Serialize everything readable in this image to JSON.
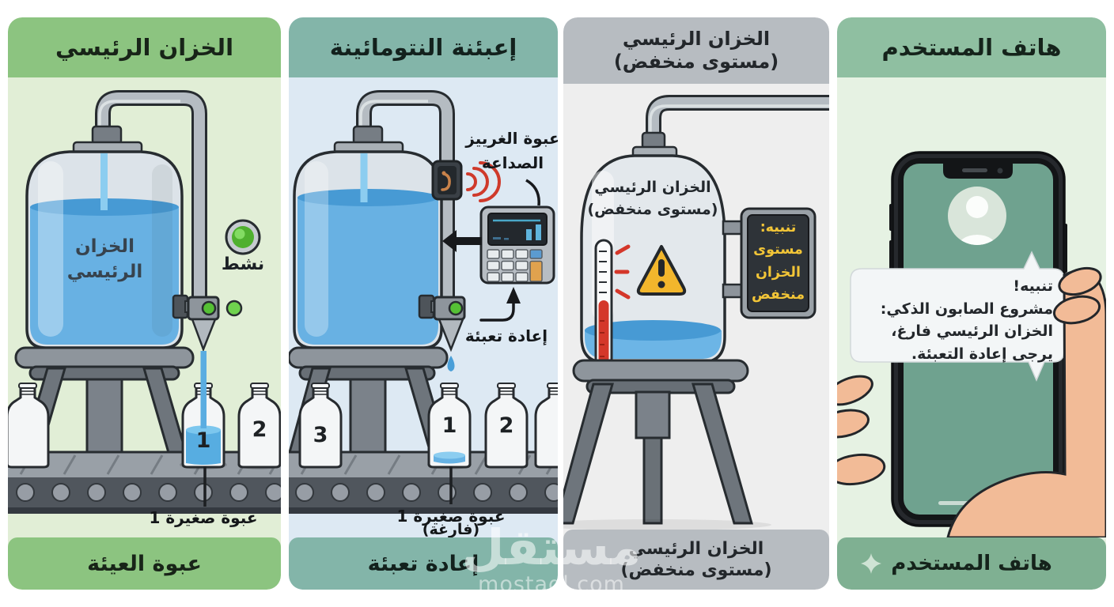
{
  "panel1": {
    "header": "الخزان الرئيسي",
    "tank_label_line1": "الخزان",
    "tank_label_line2": "الرئيسي",
    "active_label": "نشط",
    "bottle1_number": "1",
    "bottle2_number": "2",
    "caption": "عبوة صغيرة 1",
    "footer": "عبوة العيئة"
  },
  "panel2": {
    "header": "إعبئنة النتومائينة",
    "sensor_label_line1": "عبوة الغرييز",
    "sensor_label_line2": "الصداعة",
    "refill_label": "إعادة تعبئة",
    "bottle3_number": "3",
    "bottle1_number": "1",
    "bottle2_number": "2",
    "caption_line1": "عبوة صغيرة 1",
    "caption_line2": "(فارغة)",
    "footer": "إعادة تعبئة"
  },
  "panel3": {
    "header_line1": "الخزان الرئيسي",
    "header_line2": "(مستوى منخفض)",
    "tank_label_line1": "الخزان الرئيسي",
    "tank_label_line2": "(مستوى منخفض)",
    "sign_line1": "تنبيه:",
    "sign_line2": "مستوى",
    "sign_line3": "الخزان",
    "sign_line4": "منخفض",
    "footer_line1": "الخزان الرئيسي",
    "footer_line2": "(مستوى منخفض)"
  },
  "panel4": {
    "header": "هاتف المستخدم",
    "notification_line1": "تنبيه!",
    "notification_line2": "مشروع الصابون الذكي:",
    "notification_line3": "الخزان الرئيسي فارغ،",
    "notification_line4": "يرجى إعادة التعبئة.",
    "footer": "هاتف المستخدم"
  },
  "watermark": {
    "arabic": "مستقل",
    "latin": "mostaql.com"
  },
  "colors": {
    "panel1_band": "#8cc480",
    "panel1_bg": "#e1eed6",
    "panel2_band": "#83b5a9",
    "panel2_bg": "#dde9f3",
    "panel3_band": "#b7bcc1",
    "pan3_bg": "#eeeeee",
    "panel4_header_band": "#8fbfa1",
    "panel4_footer_band": "#7fb092",
    "panel4_bg": "#e6f2e3",
    "water_blue": "#68b1e3",
    "alert_red": "#d4372a",
    "warning_yellow": "#f2b62c",
    "sign_text_yellow": "#f2c537",
    "active_green": "#52b832",
    "phone_screen": "#6fa28f",
    "skin": "#f2bb97"
  },
  "icons": {
    "status_light": "green-indicator-light",
    "sensor": "wireless-sensor",
    "signal_waves": "radio-waves",
    "warning": "exclamation-triangle",
    "avatar": "person-silhouette",
    "sparkle": "four-point-star"
  }
}
